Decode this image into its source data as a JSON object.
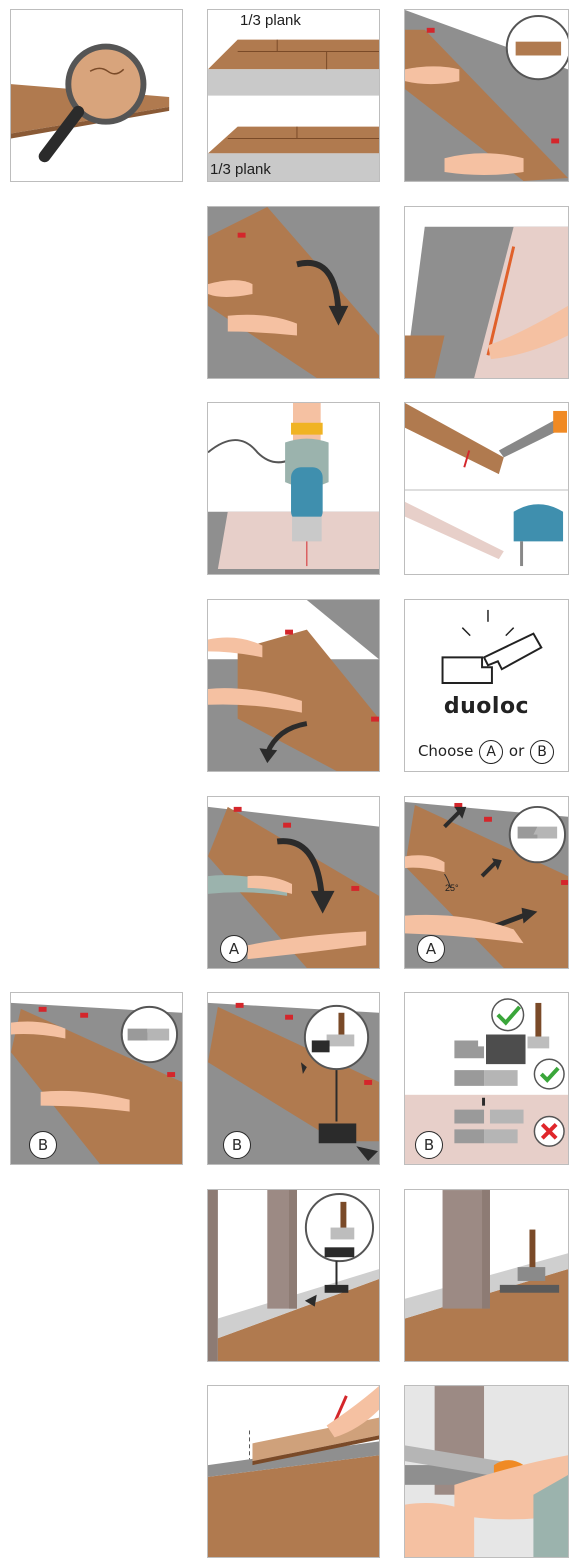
{
  "labels": {
    "plank_top": "1/3 plank",
    "plank_bottom": "1/3 plank",
    "brand": "duoloc",
    "choose_prefix": "Choose",
    "choose_or": "or",
    "option_a": "A",
    "option_b": "B",
    "angle": "25°"
  },
  "colors": {
    "wood": "#b07a4f",
    "floor": "#8f8f8f",
    "skin": "#f5c1a2",
    "spacer": "#d4262b",
    "check": "#3aa63a",
    "cross": "#e0262b",
    "tool": "#3f8fae",
    "orange": "#f08a24"
  }
}
